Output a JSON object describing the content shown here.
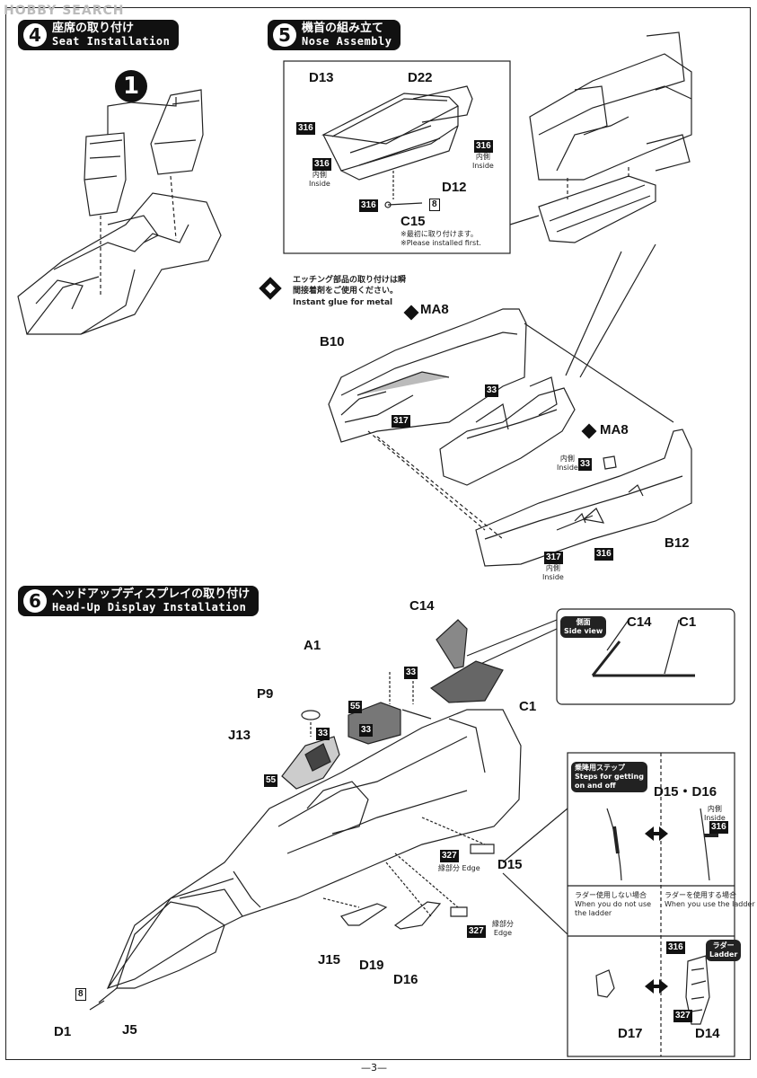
{
  "watermark": "HOBBY SEARCH",
  "step4": {
    "num": "4",
    "title_jp": "座席の取り付け",
    "title_en": "Seat Installation",
    "callout": "1"
  },
  "step5": {
    "num": "5",
    "title_jp": "機首の組み立て",
    "title_en": "Nose Assembly",
    "parts": {
      "d13": "D13",
      "d22": "D22",
      "d12": "D12",
      "c15": "C15",
      "b10": "B10",
      "b12": "B12",
      "ma8a": "MA8",
      "ma8b": "MA8"
    },
    "codes": {
      "c316a": "316",
      "c316b": "316",
      "c316c": "316",
      "c316d": "316",
      "c8": "8",
      "c317a": "317",
      "c317b": "317",
      "c33a": "33",
      "c33b": "33",
      "c316e": "316"
    },
    "inside_a": "内側\nInside",
    "inside_b": "内側\nInside",
    "inside_c": "内側\nInside",
    "inside_d": "内側\nInside",
    "note_jp": "※最初に取り付けます。",
    "note_en": "※Please installed first.",
    "etch_jp": "エッチング部品の取り付けは瞬\n間接着剤をご使用ください。",
    "etch_en": "Instant glue for metal"
  },
  "step6": {
    "num": "6",
    "title_jp": "ヘッドアップディスプレイの取り付け",
    "title_en": "Head-Up Display Installation",
    "parts": {
      "c14": "C14",
      "c1": "C1",
      "a1": "A1",
      "p9": "P9",
      "j13": "J13",
      "d15": "D15",
      "j15": "J15",
      "d19": "D19",
      "d16": "D16",
      "d1": "D1",
      "j5": "J5",
      "d1516": "D15・D16",
      "d17": "D17",
      "d14": "D14",
      "side_c14": "C14",
      "side_c1": "C1"
    },
    "codes": {
      "c33a": "33",
      "c55a": "55",
      "c33b": "33",
      "c33c": "33",
      "c55b": "55",
      "c327a": "327",
      "c327b": "327",
      "c8": "8",
      "c316": "316",
      "c316b": "316",
      "c327c": "327"
    },
    "side_view": "側面\nSide view",
    "edge_a": "縁部分 Edge",
    "edge_b": "縁部分\nEdge",
    "steps_title": "乗降用ステップ\nSteps for getting\non and off",
    "inside": "内側\nInside",
    "no_ladder": "ラダー使用しない場合\nWhen you do not use\nthe ladder",
    "use_ladder": "ラダーを使用する場合\nWhen you use the ladder",
    "ladder_tag": "ラダー\nLadder"
  },
  "page_number": "—3—"
}
